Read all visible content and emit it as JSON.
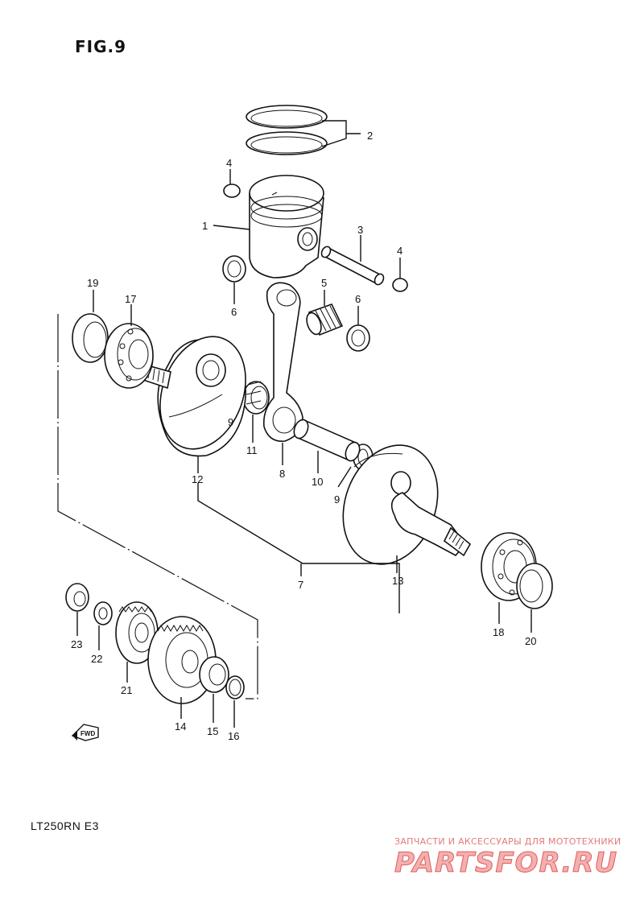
{
  "figure": {
    "title": "FIG.9",
    "model": "LT250RN  E3"
  },
  "callouts": [
    "1",
    "2",
    "3",
    "4",
    "4",
    "5",
    "6",
    "6",
    "7",
    "8",
    "9",
    "9",
    "10",
    "11",
    "12",
    "13",
    "14",
    "15",
    "16",
    "17",
    "18",
    "19",
    "20",
    "21",
    "22",
    "23"
  ],
  "fwd_label": "FWD",
  "watermark": {
    "tagline": "ЗАПЧАСТИ И АКСЕССУАРЫ ДЛЯ МОТОТЕХНИКИ",
    "logo": "PARTSFOR.RU"
  }
}
